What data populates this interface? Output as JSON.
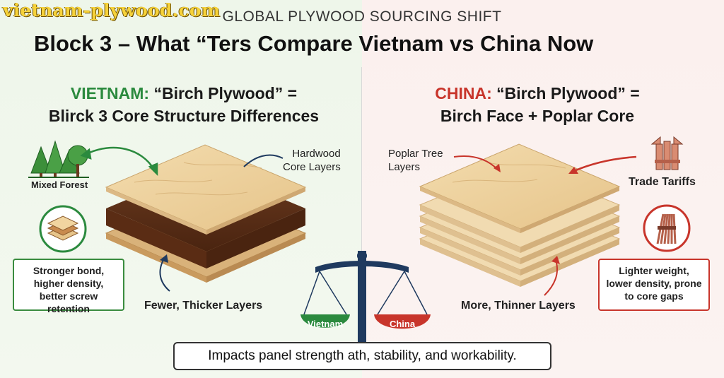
{
  "watermark": "vietnam-plywood.com",
  "supertitle": "GLOBAL PLYWOOD SOURCING SHIFT",
  "title": "Block 3 – What “Ters Compare Vietnam vs China Now",
  "vietnam": {
    "country": "VIETNAM:",
    "heading_rest": " “Birch Plywood” =",
    "heading_line2": "Blirck 3 Core Structure Differences",
    "forest_label": "Mixed Forest",
    "core_label_1": "Hardwood",
    "core_label_2": "Core Layers",
    "layers_label": "Fewer, Thicker Layers",
    "box_text": "Stronger bond, higher density, better screw retention",
    "pan_label": "Vietnam"
  },
  "china": {
    "country": "CHINA:",
    "heading_rest": " “Birch Plywood” =",
    "heading_line2": "Birch Face + Poplar Core",
    "poplar_label_1": "Poplar Tree",
    "poplar_label_2": "Layers",
    "tariff_label": "Trade Tariffs",
    "layers_label": "More, Thinner Layers",
    "box_text": "Lighter weight, lower density, prone to core gaps",
    "pan_label": "China"
  },
  "bottom_note": "Impacts panel strength ath, stability, and workability.",
  "colors": {
    "vietnam_green": "#2b8a3e",
    "china_red": "#c8352b",
    "scale_blue": "#1f3a5f"
  }
}
